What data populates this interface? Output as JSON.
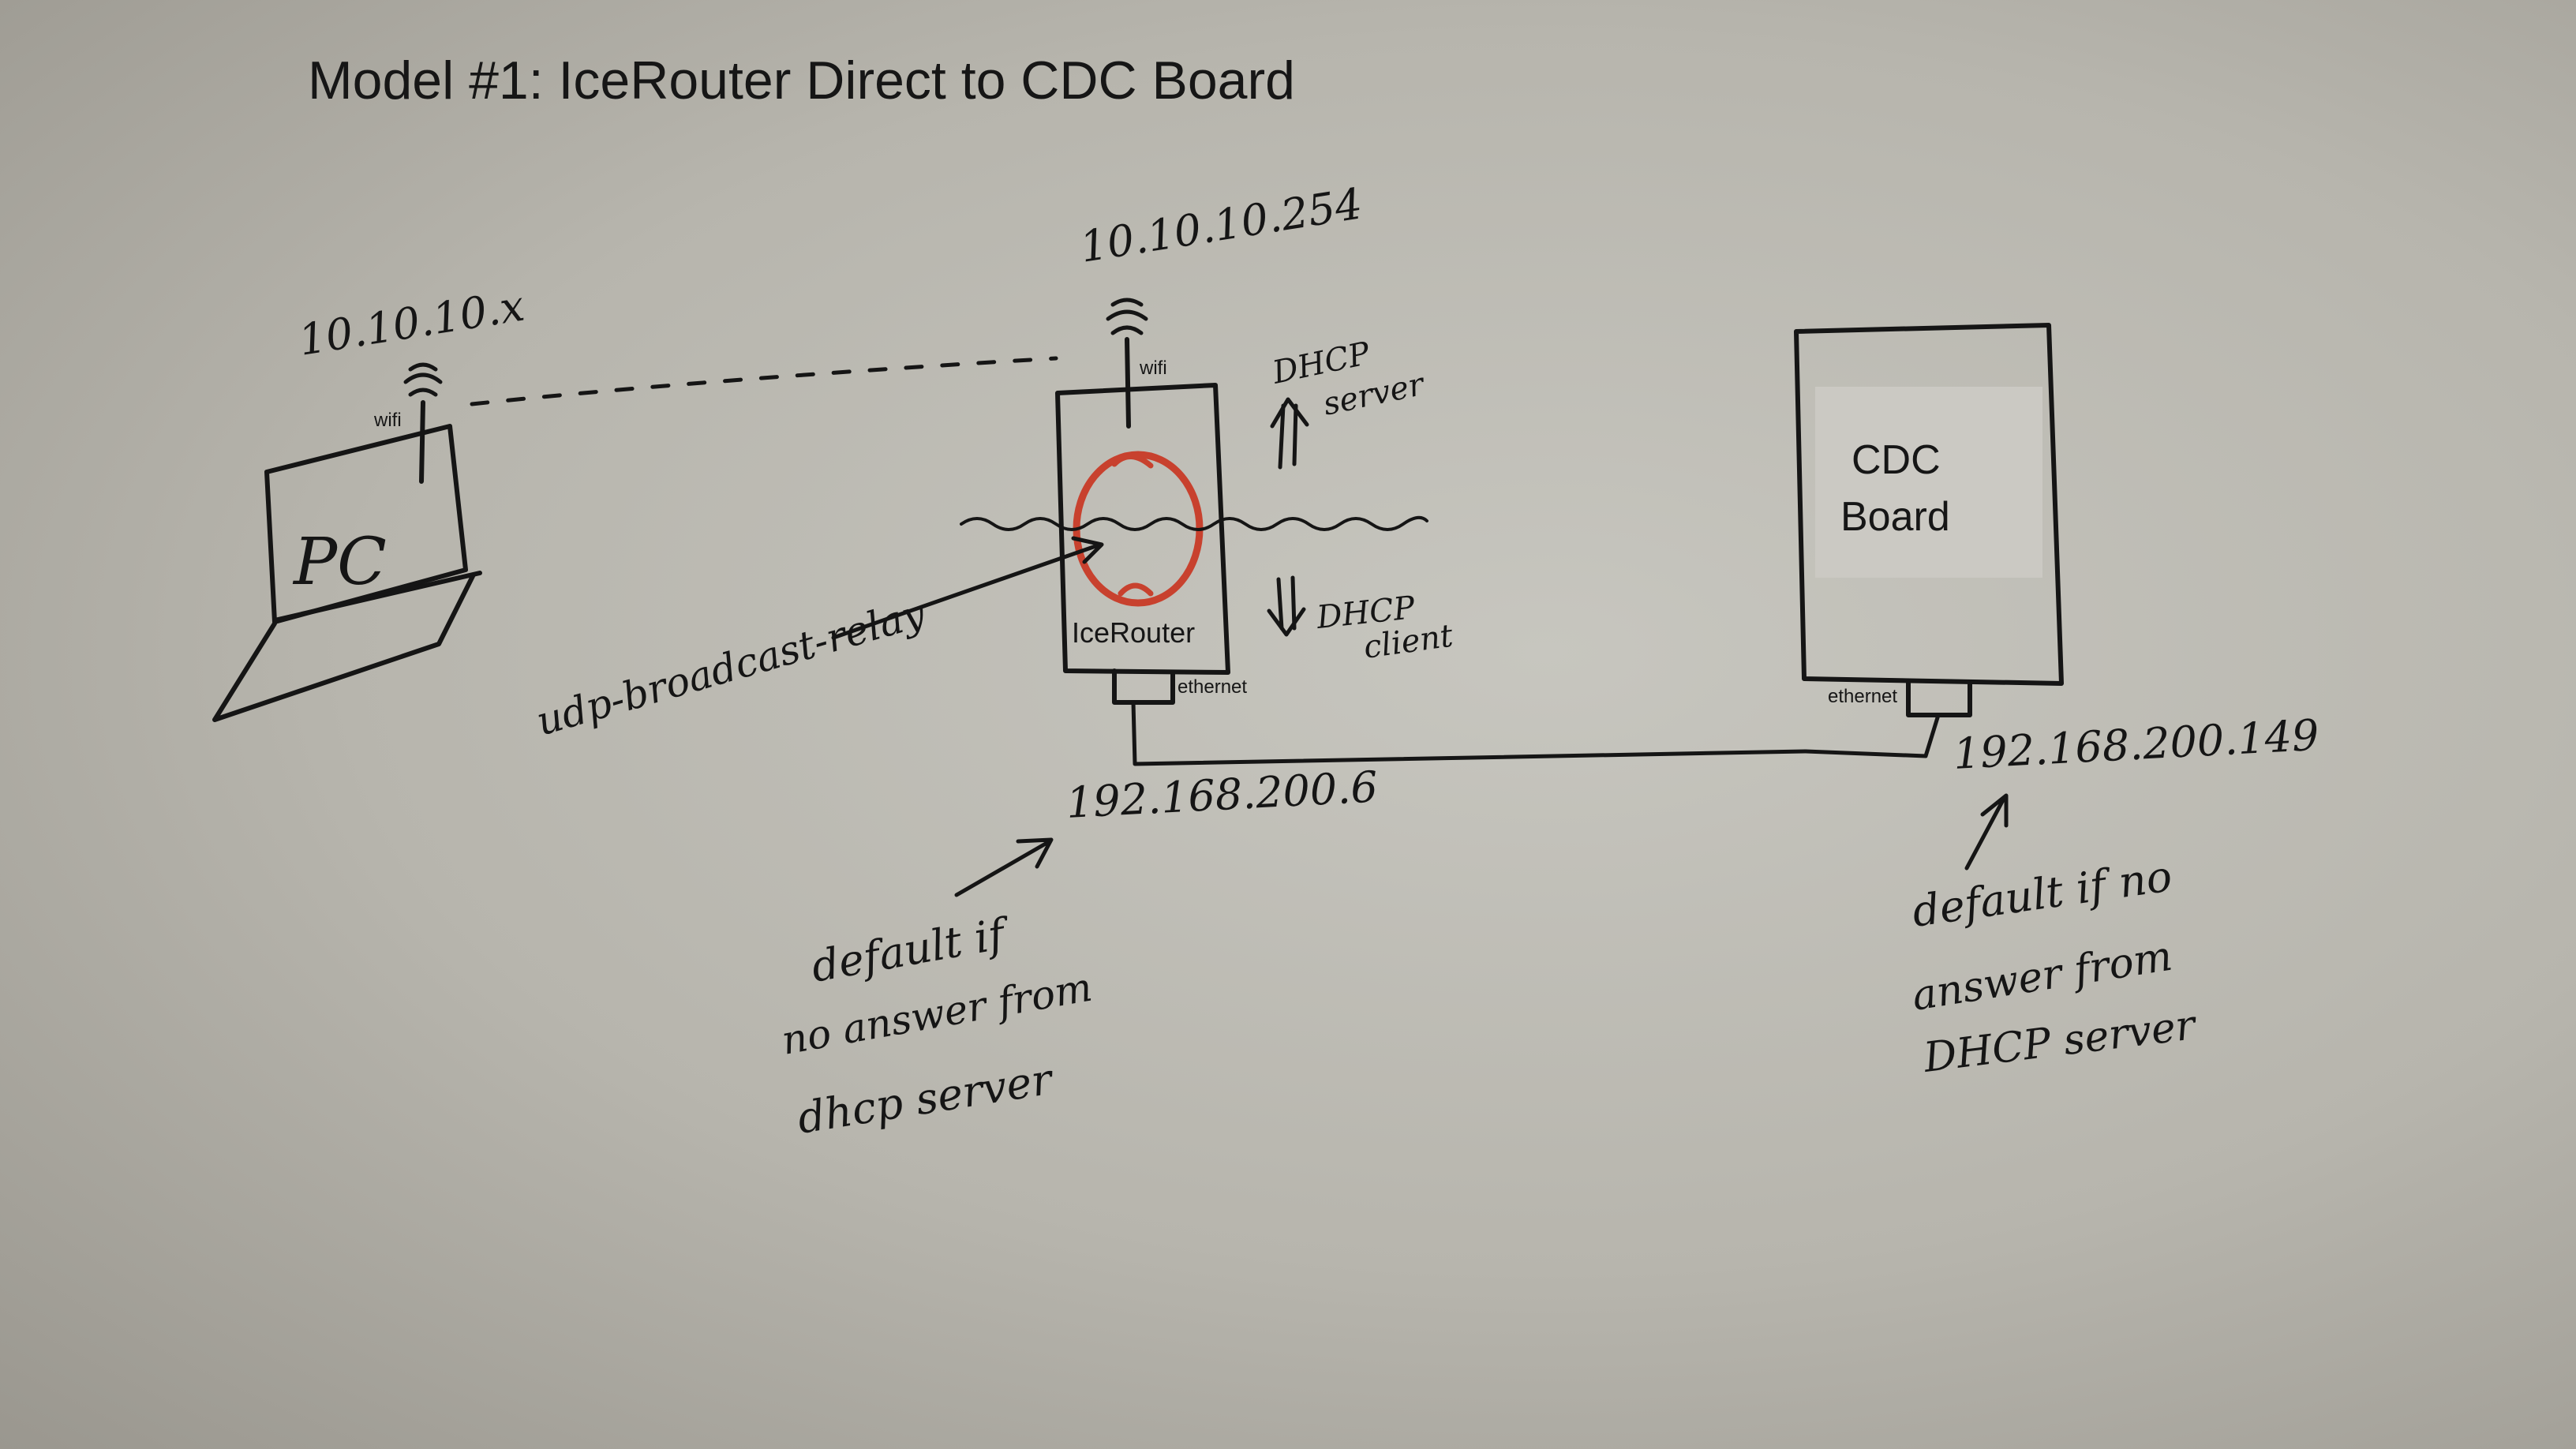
{
  "title": "Model #1:  IceRouter Direct to CDC Board",
  "pc": {
    "label": "PC",
    "wifi_label": "wifi",
    "ip": "10.10.10.x",
    "antenna_icon": "wifi-signal-icon"
  },
  "icerouter": {
    "label": "IceRouter",
    "wifi_label": "wifi",
    "ethernet_label": "ethernet",
    "wifi_ip": "10.10.10.254",
    "ethernet_ip": "192.168.200.6",
    "relay_label": "udp-broadcast-relay",
    "dhcp_server_line1": "DHCP",
    "dhcp_server_line2": "server",
    "dhcp_client_line1": "DHCP",
    "dhcp_client_line2": "client",
    "default_note_line1": "default if",
    "default_note_line2": "no answer from",
    "default_note_line3": "dhcp server",
    "antenna_icon": "wifi-signal-icon",
    "relay_color": "#c8412e"
  },
  "cdc_board": {
    "label_line1": "CDC",
    "label_line2": "Board",
    "ethernet_label": "ethernet",
    "ip": "192.168.200.149",
    "default_note_line1": "default if no",
    "default_note_line2": "answer from",
    "default_note_line3": "DHCP server"
  }
}
